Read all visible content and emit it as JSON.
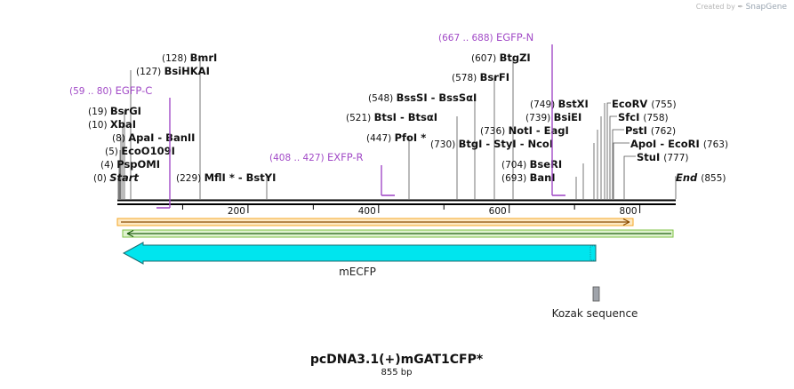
{
  "credit": {
    "prefix": "Created by",
    "brand": "SnapGene"
  },
  "map": {
    "title": "pcDNA3.1(+)mGAT1CFP*",
    "length_label": "855 bp",
    "length_bp": 855,
    "ruler_ticks": [
      "200",
      "400",
      "600",
      "800"
    ],
    "sites": [
      {
        "pos": "(0)",
        "name": "Start",
        "italic": true
      },
      {
        "pos": "(4)",
        "name": "PspOMI"
      },
      {
        "pos": "(5)",
        "name": "EcoO109I"
      },
      {
        "pos": "(8)",
        "name": "ApaI",
        "name2": "BanII"
      },
      {
        "pos": "(10)",
        "name": "XbaI"
      },
      {
        "pos": "(19)",
        "name": "BsrGI"
      },
      {
        "pos": "(127)",
        "name": "BsiHKAI"
      },
      {
        "pos": "(128)",
        "name": "BmrI"
      },
      {
        "pos": "(229)",
        "name": "MflI *",
        "name2": "BstYI"
      },
      {
        "pos": "(447)",
        "name": "PfoI *"
      },
      {
        "pos": "(521)",
        "name": "BtsI",
        "name2": "BtsαI"
      },
      {
        "pos": "(548)",
        "name": "BssSI",
        "name2": "BssSαI"
      },
      {
        "pos": "(578)",
        "name": "BsrFI"
      },
      {
        "pos": "(607)",
        "name": "BtgZI"
      },
      {
        "pos": "(693)",
        "name": "BanI"
      },
      {
        "pos": "(704)",
        "name": "BseRI"
      },
      {
        "pos": "(730)",
        "name": "BtgI",
        "name2": "StyI",
        "name3": "NcoI"
      },
      {
        "pos": "(736)",
        "name": "NotI",
        "name2": "EagI"
      },
      {
        "pos": "(739)",
        "name": "BsiEI"
      },
      {
        "pos": "(749)",
        "name": "BstXI"
      },
      {
        "name": "EcoRV",
        "pos": "(755)",
        "pos_after": true
      },
      {
        "name": "SfcI",
        "pos": "(758)",
        "pos_after": true
      },
      {
        "name": "PstI",
        "pos": "(762)",
        "pos_after": true
      },
      {
        "name": "ApoI",
        "name2": "EcoRI",
        "pos": "(763)",
        "pos_after": true
      },
      {
        "name": "StuI",
        "pos": "(777)",
        "pos_after": true
      },
      {
        "name": "End",
        "pos": "(855)",
        "pos_after": true,
        "italic": true
      }
    ],
    "primers": [
      {
        "range": "(59 .. 80)",
        "name": "EGFP-C"
      },
      {
        "range": "(408 .. 427)",
        "name": "EXFP-R"
      },
      {
        "range": "(667 .. 688)",
        "name": "EGFP-N"
      }
    ],
    "features": {
      "orange_bar": {
        "color": "#f5a623"
      },
      "green_bar": {
        "color": "#7cc243"
      },
      "mECFP": {
        "label": "mECFP",
        "color": "#00e5ee"
      },
      "kozak": {
        "label": "Kozak sequence",
        "color": "#a0a4ab"
      }
    },
    "colors": {
      "primer": "#a24bc7",
      "backbone": "#000000"
    }
  }
}
